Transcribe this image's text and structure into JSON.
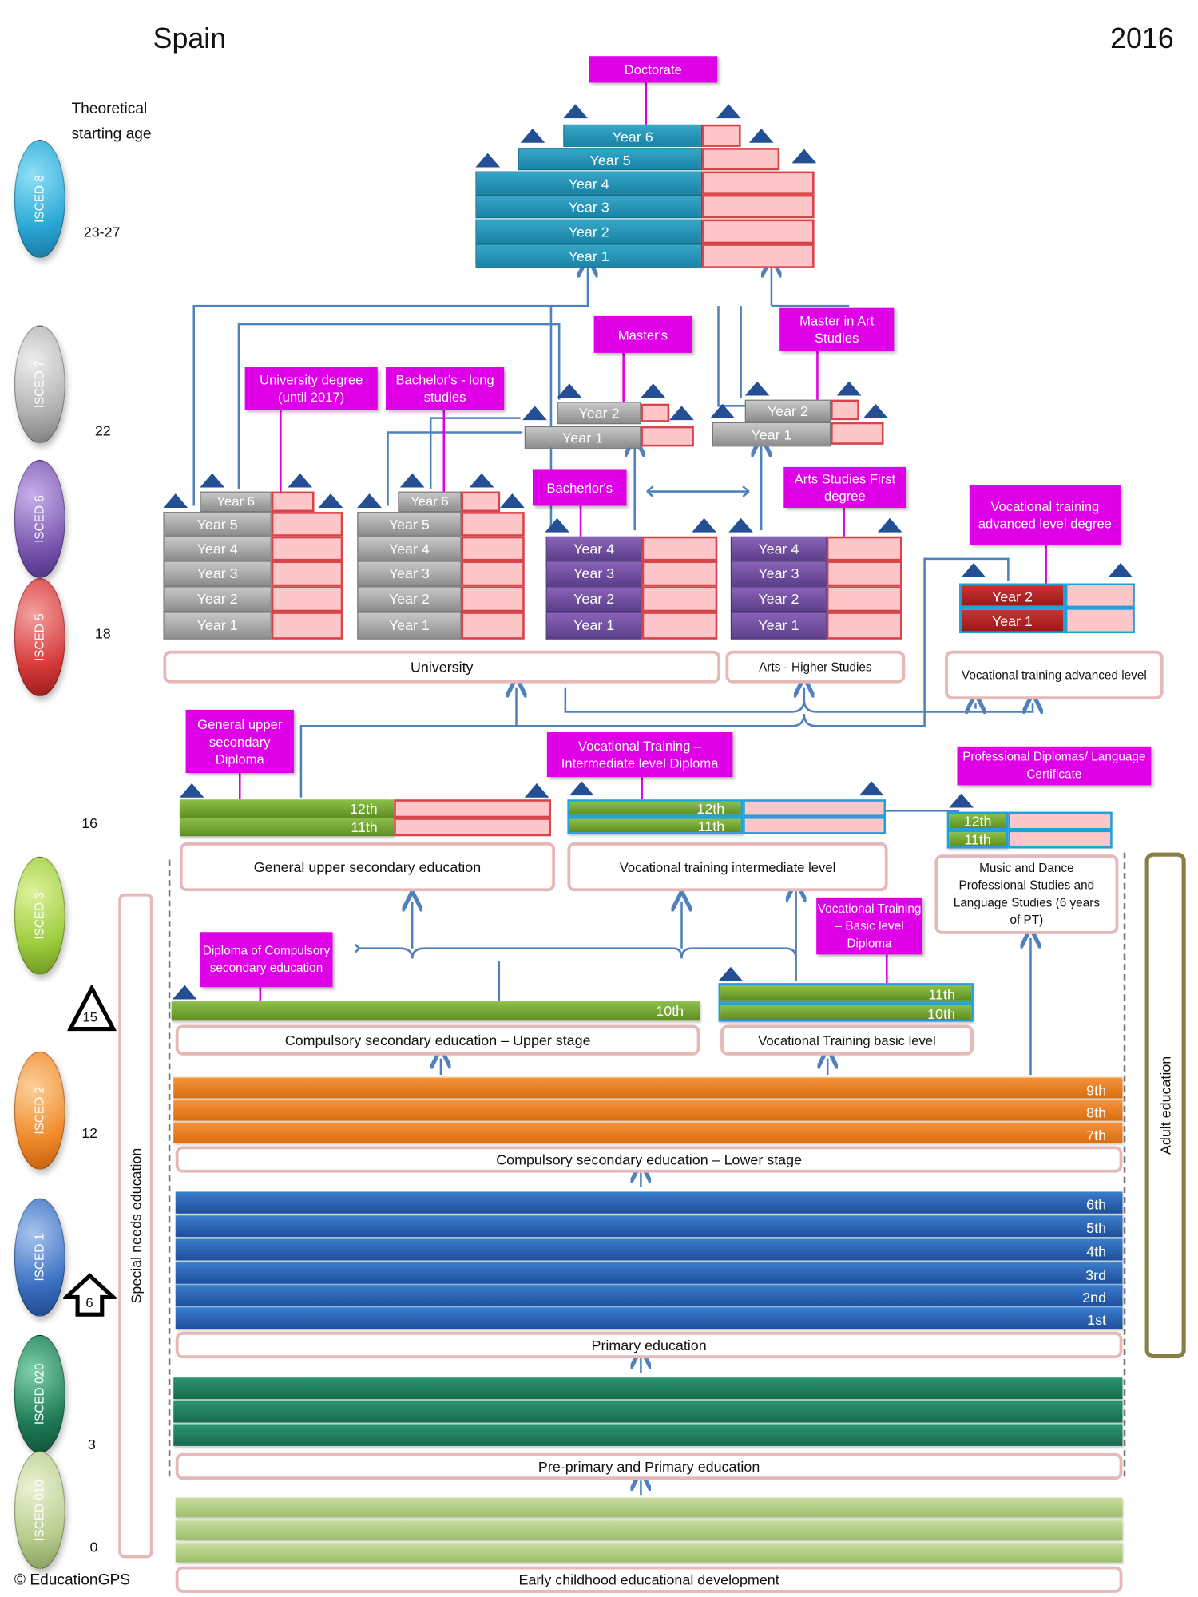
{
  "header": {
    "country": "Spain",
    "year": "2016",
    "starting_age_label": "Theoretical starting age",
    "copyright": "© EducationGPS"
  },
  "isced": [
    "ISCED 8",
    "ISCED 7",
    "ISCED 6",
    "ISCED 5",
    "ISCED 3",
    "ISCED 2",
    "ISCED 1",
    "ISCED 020",
    "ISCED 010"
  ],
  "isced_colors": [
    "#2aa6d6",
    "#b0b0b0",
    "#7a58b0",
    "#d63a3a",
    "#9ccc3c",
    "#f08a2c",
    "#3a6fc0",
    "#1e7a55",
    "#b7cc8c"
  ],
  "ages": [
    "23-27",
    "22",
    "18",
    "16",
    "12",
    "3",
    "0"
  ],
  "age_markers": {
    "triangle": "15",
    "arrow": "6"
  },
  "side_labels": {
    "special_needs": "Special needs education",
    "adult": "Adult education"
  },
  "levels": {
    "early": "Early childhood educational development",
    "preprimary": "Pre-primary and Primary education",
    "primary": "Primary education",
    "lower_sec": "Compulsory secondary education – Lower stage",
    "upper_stage": "Compulsory secondary education – Upper stage",
    "vt_basic": "Vocational Training basic level",
    "gen_upper": "General upper secondary education",
    "vt_inter": "Vocational training intermediate level",
    "music": "Music and Dance Professional Studies and Language Studies (6 years of PT)",
    "university": "University",
    "arts_higher": "Arts - Higher Studies",
    "vt_adv": "Vocational training advanced level"
  },
  "grades": {
    "primary": [
      "6th",
      "5th",
      "4th",
      "3rd",
      "2nd",
      "1st"
    ],
    "lower_sec": [
      "9th",
      "8th",
      "7th"
    ],
    "upper_stage": "10th",
    "vt_basic": [
      "11th",
      "10th"
    ],
    "upper": [
      "12th",
      "11th"
    ]
  },
  "diplomas": {
    "doctorate": "Doctorate",
    "masters": "Master's",
    "master_art": "Master in Art Studies",
    "univ_degree": "University degree (until 2017)",
    "bach_long": "Bachelor's - long studies",
    "bachelor": "Bacherlor's",
    "art_first": "Arts Studies First degree",
    "vt_adv_degree": "Vocational training advanced level degree",
    "gen_upper_dip": "General upper secondary Diploma",
    "vt_inter_dip": "Vocational Training – Intermediate level Diploma",
    "prof_dip": "Professional Diplomas/ Language Certificate",
    "comp_sec_dip": "Diploma of Compulsory secondary education",
    "vt_basic_dip": "Vocational Training – Basic level Diploma"
  },
  "years": {
    "y1": "Year 1",
    "y2": "Year 2",
    "y3": "Year 3",
    "y4": "Year 4",
    "y5": "Year 5",
    "y6": "Year 6"
  }
}
